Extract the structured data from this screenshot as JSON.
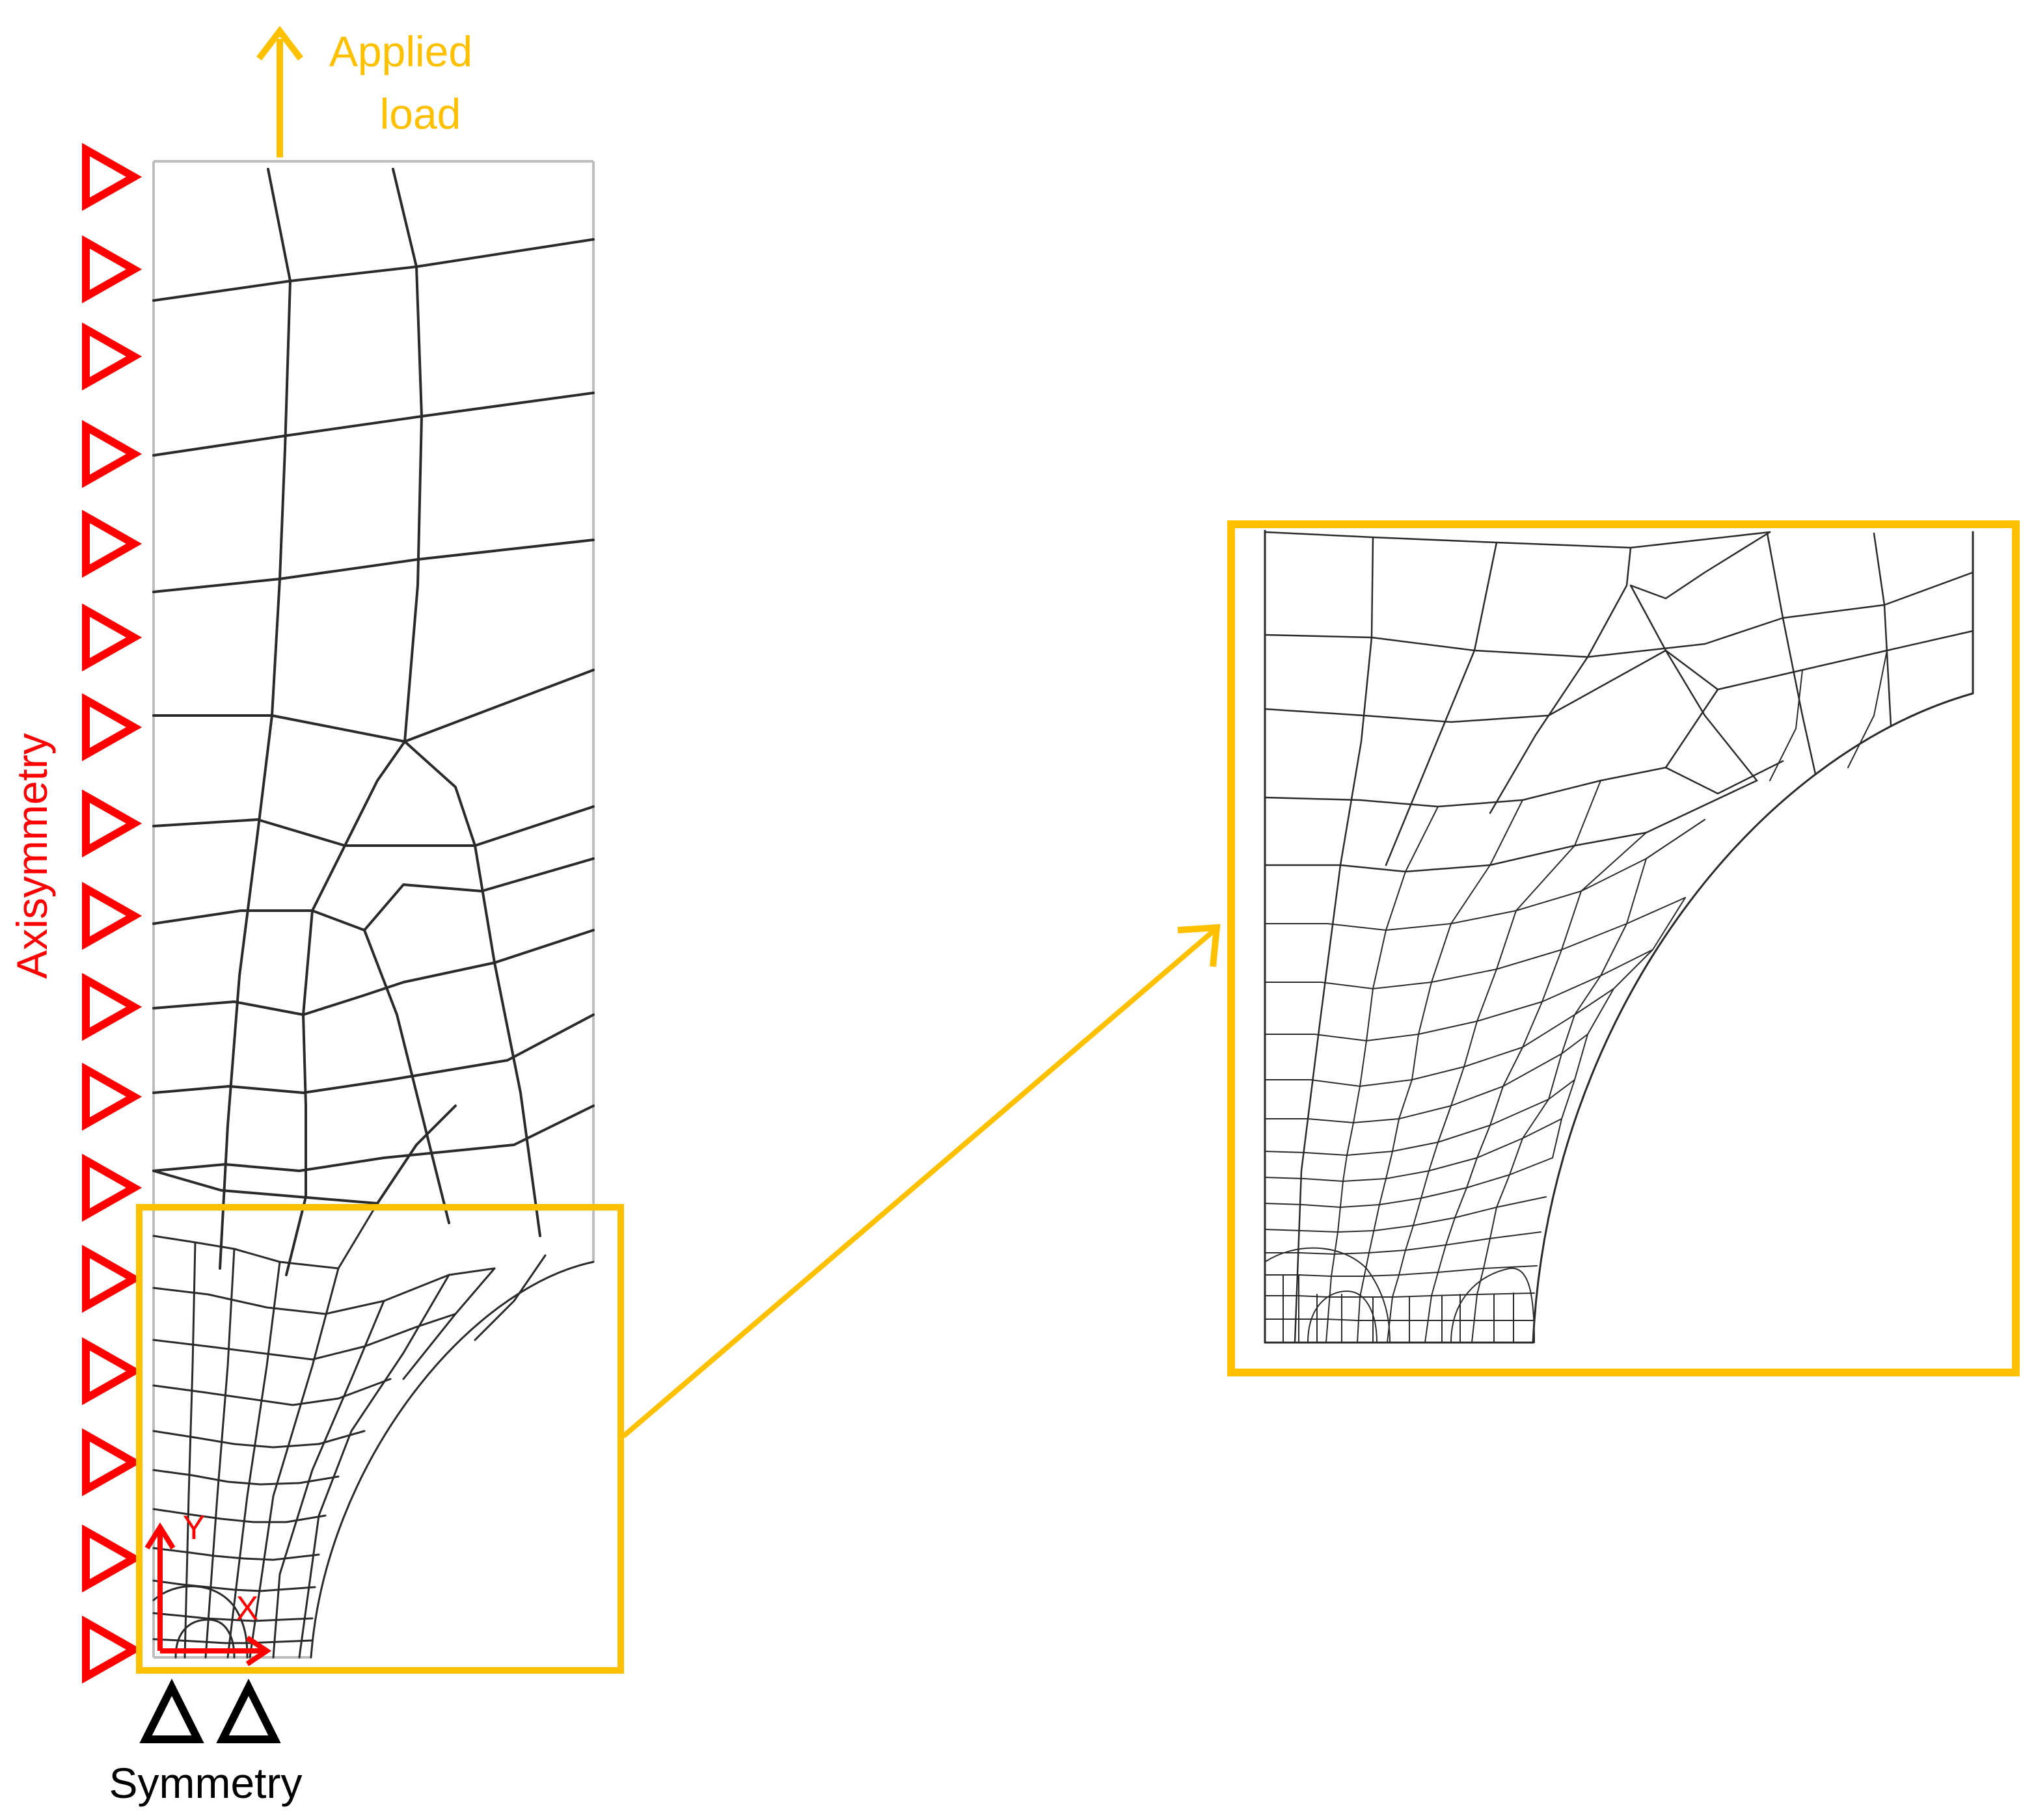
{
  "labels": {
    "applied_load_line1": "Applied",
    "applied_load_line2": "load",
    "axisymmetry": "Axisymmetry",
    "symmetry": "Symmetry",
    "axis_x": "X",
    "axis_y": "Y"
  },
  "colors": {
    "load_accent": "#FFC000",
    "boundary_condition": "#FF0000",
    "symmetry_marker": "#000000",
    "mesh_line": "#2A2A2A"
  },
  "icons": {
    "axisymmetry_constraint": "triangle-right-icon",
    "symmetry_constraint": "triangle-up-icon",
    "load_direction": "arrow-up-icon",
    "zoom_pointer": "arrow-right-up-icon"
  }
}
